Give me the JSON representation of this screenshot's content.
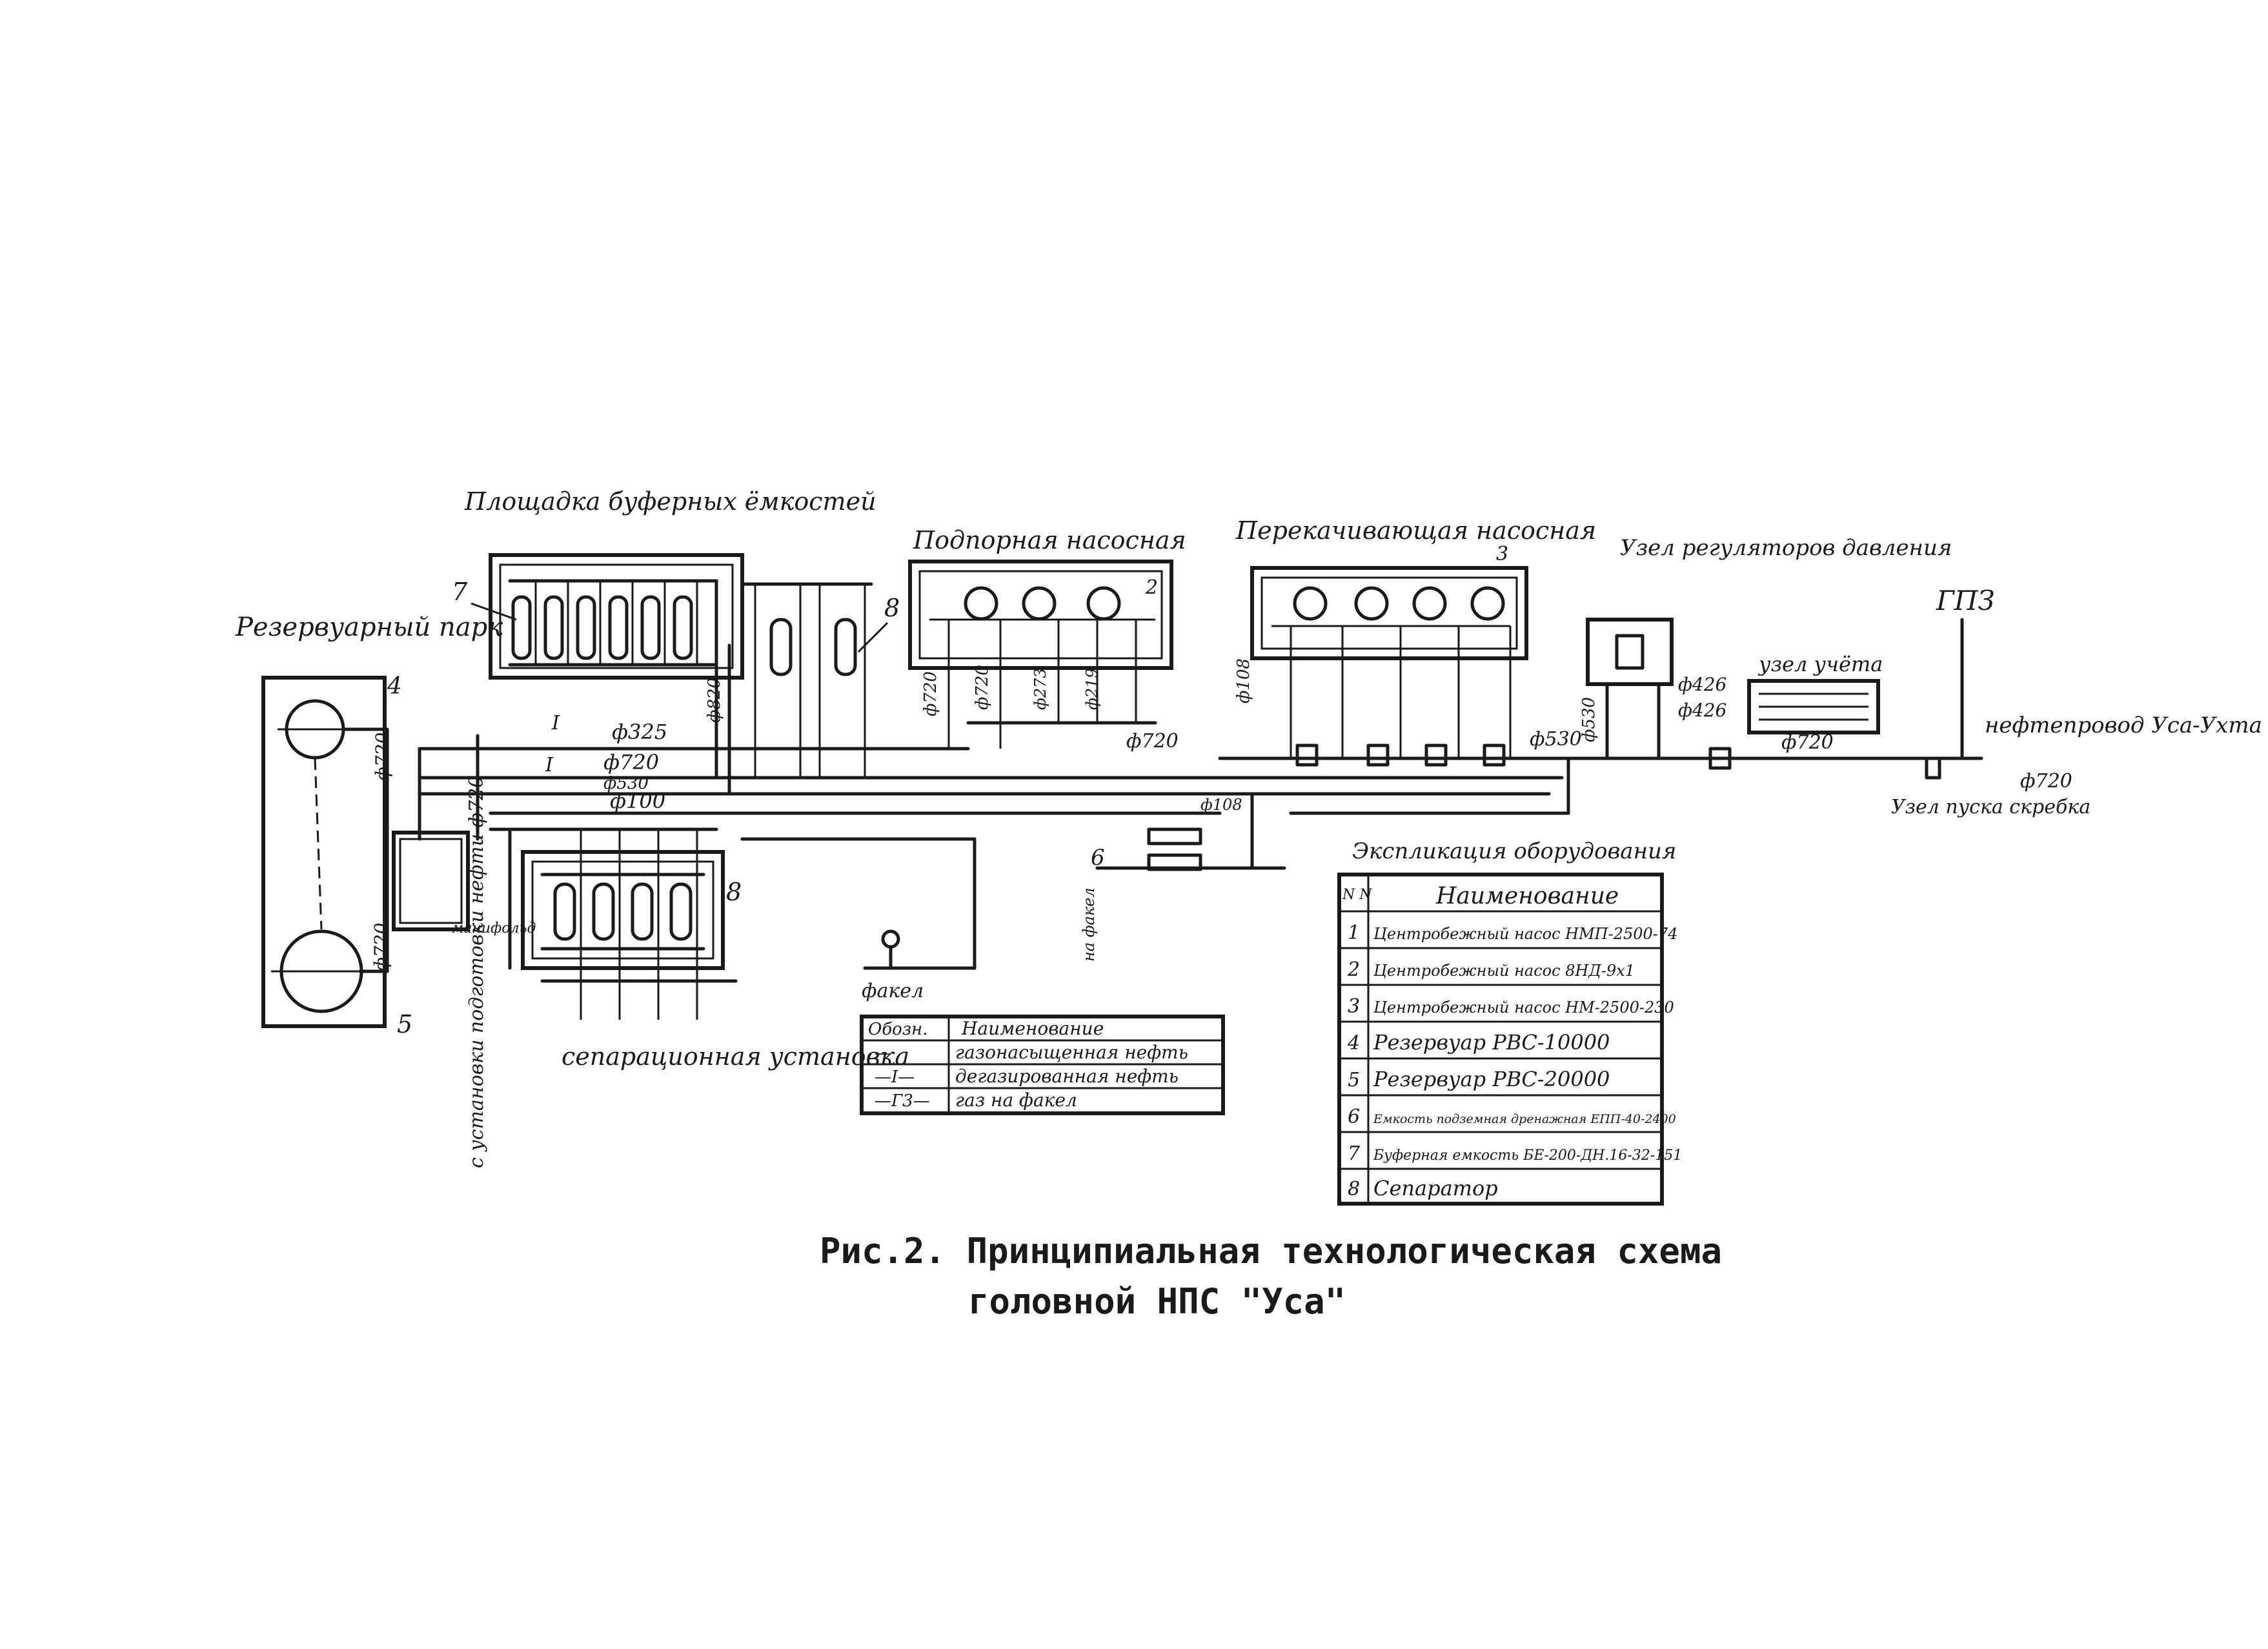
{
  "labels": {
    "tank_farm": "Резервуарный парк",
    "buffer_site": "Площадка буферных ёмкостей",
    "booster_pump": "Подпорная насосная",
    "main_pump": "Перекачивающая насосная",
    "main_pump_num": "3",
    "regulator": "Узел регуляторов давления",
    "metering": "узел учёта",
    "gpz": "ГПЗ",
    "pipeline": "нефтепровод Уса-Ухта",
    "pig_launcher": "Узел пуска скребка",
    "manifold": "манифольд",
    "separation": "сепарационная установка",
    "from_prep": "с установки подготовки нефти ф720",
    "flare": "факел",
    "to_flare": "на факел",
    "n4": "4",
    "n5": "5",
    "n6": "6",
    "n7": "7",
    "n8a": "8",
    "n8b": "8",
    "n2": "2",
    "d720a": "ф720",
    "d720b": "ф720",
    "d720c": "ф720",
    "d720d": "ф720",
    "d720e": "ф720",
    "d720f": "ф720",
    "d720g": "ф720",
    "d325": "ф325",
    "d530": "ф530",
    "d100": "ф100",
    "d108a": "ф108",
    "d108b": "ф108",
    "d530b": "ф530",
    "d530c": "ф530",
    "d426a": "ф426",
    "d426b": "ф426",
    "d273": "ф273",
    "d219": "ф219",
    "d820": "ф820"
  },
  "legend": {
    "header": [
      "Обозн.",
      "Наименование"
    ],
    "rows": [
      {
        "sym": "—",
        "name": "газонасыщенная нефть"
      },
      {
        "sym": "—I—",
        "name": "дегазированная нефть"
      },
      {
        "sym": "—Г3—",
        "name": "газ на факел"
      }
    ]
  },
  "explication": {
    "title": "Экспликация оборудования",
    "header": [
      "N N",
      "Наименование"
    ],
    "rows": [
      {
        "n": "1",
        "name": "Центробежный насос НМП-2500-74"
      },
      {
        "n": "2",
        "name": "Центробежный насос 8НД-9х1"
      },
      {
        "n": "3",
        "name": "Центробежный насос НМ-2500-230"
      },
      {
        "n": "4",
        "name": "Резервуар РВС-10000"
      },
      {
        "n": "5",
        "name": "Резервуар РВС-20000"
      },
      {
        "n": "6",
        "name": "Емкость подземная дренажная ЕПП-40-2400"
      },
      {
        "n": "7",
        "name": "Буферная емкость БЕ-200-ДН.16-32-151"
      },
      {
        "n": "8",
        "name": "Сепаратор"
      }
    ]
  },
  "caption": {
    "line1": "Рис.2. Принципиальная технологическая схема",
    "line2": "головной НПС \"Уса\""
  }
}
